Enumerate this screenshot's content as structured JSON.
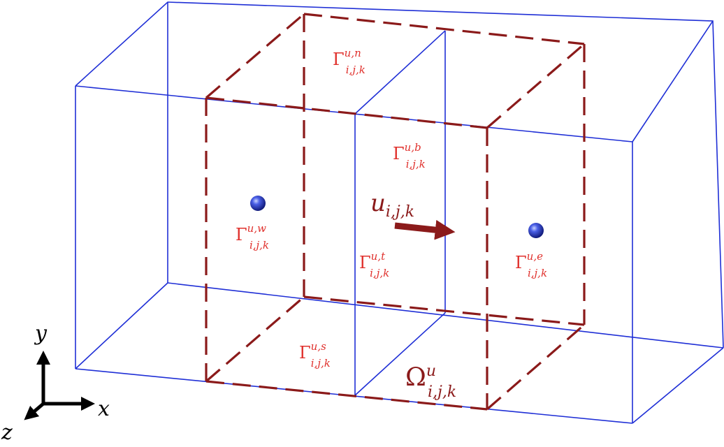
{
  "colors": {
    "outer_box": "#1f2fd6",
    "control_volume": "#8b1a1a",
    "face_label": "#e0302c",
    "point": "#2236c8",
    "axes": "#000000"
  },
  "labels": {
    "gamma_n": {
      "base": "Γ",
      "sup": "u,n",
      "sub": "i,j,k"
    },
    "gamma_b": {
      "base": "Γ",
      "sup": "u,b",
      "sub": "i,j,k"
    },
    "gamma_w": {
      "base": "Γ",
      "sup": "u,w",
      "sub": "i,j,k"
    },
    "gamma_t": {
      "base": "Γ",
      "sup": "u,t",
      "sub": "i,j,k"
    },
    "gamma_e": {
      "base": "Γ",
      "sup": "u,e",
      "sub": "i,j,k"
    },
    "gamma_s": {
      "base": "Γ",
      "sup": "u,s",
      "sub": "i,j,k"
    },
    "velocity": {
      "base": "u",
      "sub": "i,j,k"
    },
    "omega": {
      "base": "Ω",
      "sup": "u",
      "sub": "i,j,k"
    }
  },
  "axes": {
    "x": "x",
    "y": "y",
    "z": "z"
  }
}
